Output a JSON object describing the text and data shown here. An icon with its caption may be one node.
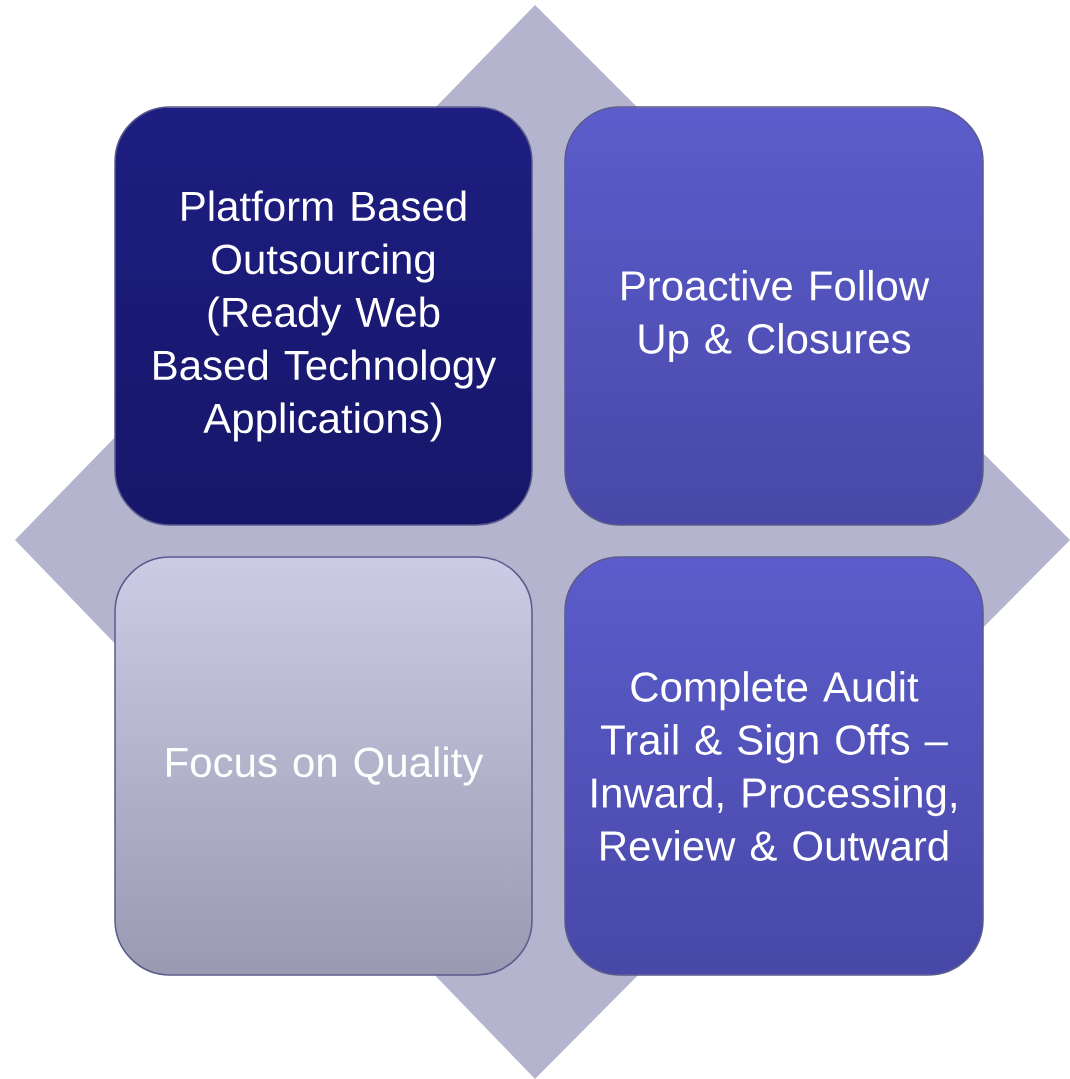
{
  "diagram": {
    "nodes": [
      {
        "text": [
          "Platform Based Outsourcing (Ready Web Based Technology Applications)"
        ]
      },
      {
        "text": [
          "Proactive Follow Up & Closures"
        ]
      },
      {
        "text": [
          "Focus on Quality"
        ]
      },
      {
        "text": [
          "Complete Audit Trail & Sign Offs – Inward, Processing, Review & Outward"
        ]
      }
    ]
  }
}
